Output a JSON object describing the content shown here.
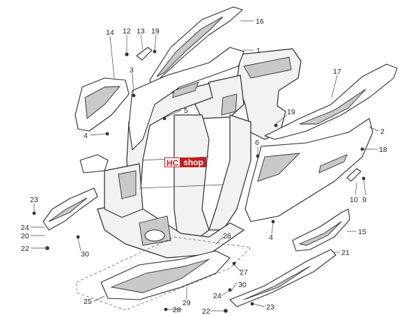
{
  "logo": {
    "brand": "HC",
    "suffix": "shop",
    "color_primary": "#c81e1e"
  },
  "callouts": [
    {
      "id": "c1",
      "text": "1"
    },
    {
      "id": "c2",
      "text": "2"
    },
    {
      "id": "c3",
      "text": "3"
    },
    {
      "id": "c4a",
      "text": "4"
    },
    {
      "id": "c4b",
      "text": "4"
    },
    {
      "id": "c5",
      "text": "5"
    },
    {
      "id": "c6",
      "text": "6"
    },
    {
      "id": "c9",
      "text": "9"
    },
    {
      "id": "c10",
      "text": "10"
    },
    {
      "id": "c12",
      "text": "12"
    },
    {
      "id": "c13",
      "text": "13"
    },
    {
      "id": "c14",
      "text": "14"
    },
    {
      "id": "c15",
      "text": "15"
    },
    {
      "id": "c16",
      "text": "16"
    },
    {
      "id": "c17",
      "text": "17"
    },
    {
      "id": "c18",
      "text": "18"
    },
    {
      "id": "c19a",
      "text": "19"
    },
    {
      "id": "c19b",
      "text": "19"
    },
    {
      "id": "c20",
      "text": "20"
    },
    {
      "id": "c21",
      "text": "21"
    },
    {
      "id": "c22a",
      "text": "22"
    },
    {
      "id": "c22b",
      "text": "22"
    },
    {
      "id": "c23a",
      "text": "23"
    },
    {
      "id": "c23b",
      "text": "23"
    },
    {
      "id": "c24a",
      "text": "24"
    },
    {
      "id": "c24b",
      "text": "24"
    },
    {
      "id": "c25",
      "text": "25"
    },
    {
      "id": "c26",
      "text": "26"
    },
    {
      "id": "c27",
      "text": "27"
    },
    {
      "id": "c28",
      "text": "28"
    },
    {
      "id": "c29",
      "text": "29"
    },
    {
      "id": "c30a",
      "text": "30"
    },
    {
      "id": "c30b",
      "text": "30"
    }
  ]
}
